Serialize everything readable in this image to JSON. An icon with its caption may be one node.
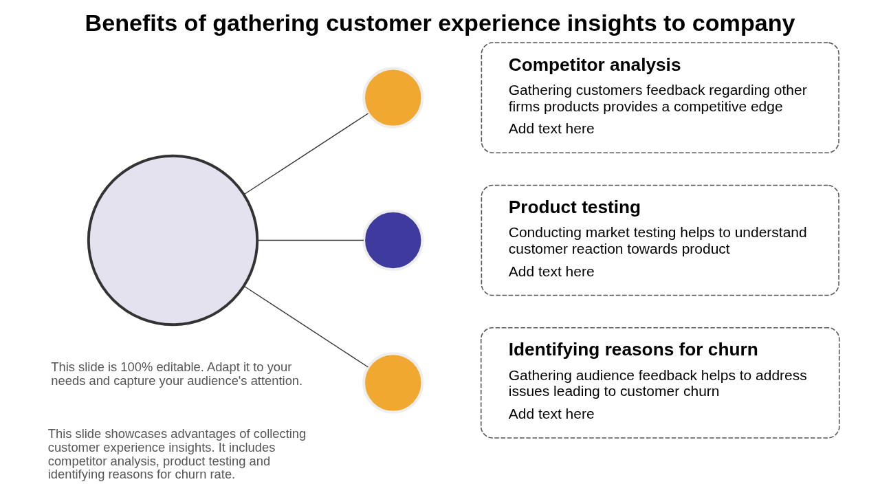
{
  "diagram": {
    "title": "Benefits of gathering customer experience insights to company",
    "nodes": [
      {
        "text": [],
        "shape": "circle"
      },
      {
        "text": [],
        "shape": "circle"
      },
      {
        "text": [
          "Competitor analysis",
          "Gathering customers feedback regarding other firms products provides a competitive edge",
          "Add text here"
        ]
      },
      {
        "text": [],
        "shape": "circle"
      },
      {
        "text": [
          "Product testing",
          "Conducting market testing helps to understand customer reaction towards product",
          "Add text here"
        ]
      },
      {
        "text": [],
        "shape": "circle"
      },
      {
        "text": [
          "Identifying reasons for churn",
          "Gathering audience feedback helps to address issues leading to customer churn",
          "Add text here"
        ]
      }
    ],
    "edges": [
      {
        "from": 0,
        "to": 1,
        "arrow": "none"
      },
      {
        "from": 0,
        "to": 3,
        "arrow": "none"
      },
      {
        "from": 0,
        "to": 5,
        "arrow": "none"
      }
    ],
    "labels": [
      "This slide showcases advantages of collecting customer experience insights. It includes competitor analysis, product testing and identifying reasons for churn rate.",
      "This slide is 100% editable. Adapt it to your needs and capture your audience's attention."
    ]
  }
}
